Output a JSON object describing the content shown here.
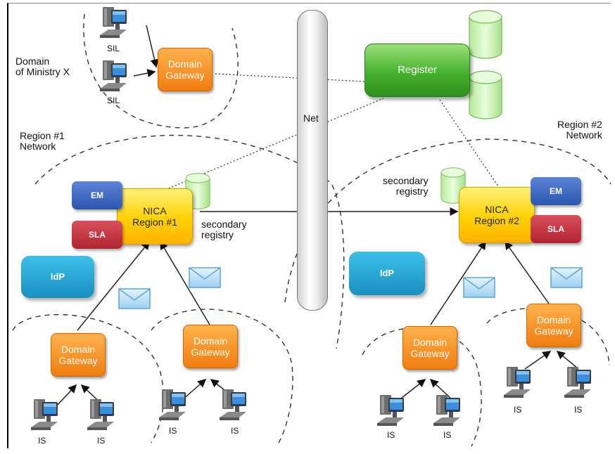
{
  "labels": {
    "domain_ministry": [
      "Domain",
      "of Ministry X"
    ],
    "region1": [
      "Region #1",
      "Network"
    ],
    "region2": [
      "Region #2",
      "Network"
    ],
    "net": "Net",
    "register": "Register",
    "secondary_registry_1": [
      "secondary",
      "registry"
    ],
    "secondary_registry_2": [
      "secondary",
      "registry"
    ],
    "nica1": [
      "NICA",
      "Region #1"
    ],
    "nica2": [
      "NICA",
      "Region #2"
    ],
    "em": "EM",
    "sla": "SLA",
    "idp": "IdP",
    "domain_gateway": [
      "Domain",
      "Gateway"
    ],
    "sil": "SIL",
    "is": "IS"
  },
  "colors": {
    "gateway": "#f08a1c",
    "nica": "#ffd000",
    "register": "#45b22c",
    "em": "#2c56b0",
    "sla": "#b02430",
    "idp": "#1b8fc0",
    "database": "#c8f5b0",
    "envelope": "#bfe0f5"
  },
  "icons": [
    "computer-icon",
    "envelope-icon",
    "database-icon"
  ]
}
